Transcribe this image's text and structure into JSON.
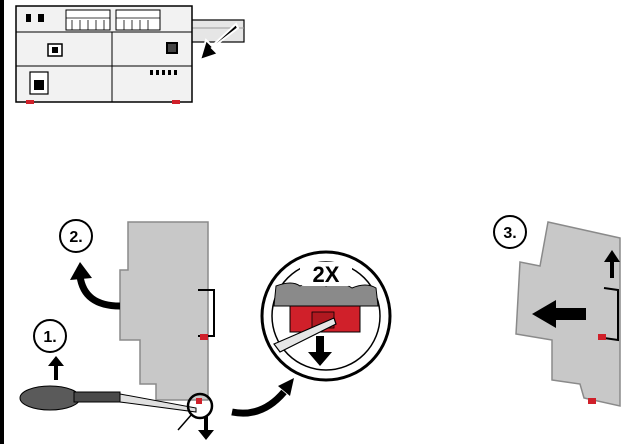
{
  "steps": {
    "step1": "1.",
    "step2": "2.",
    "step3": "3."
  },
  "magnifier_badge": "2X",
  "colors": {
    "device_gray": "#c8c8c8",
    "device_dark": "#8a8a8a",
    "latch_red": "#d0202a",
    "outline": "#000000",
    "rail": "#e6e6e6"
  },
  "icons": [
    "arrow-up-icon",
    "arrow-down-icon",
    "arrow-left-icon",
    "curved-arrow-icon",
    "screwdriver-icon",
    "magnifier-icon"
  ]
}
